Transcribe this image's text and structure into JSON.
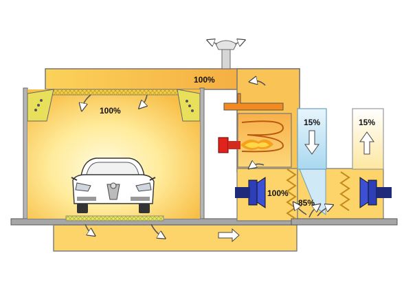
{
  "labels": {
    "ceiling_duct": "100%",
    "booth_interior": "100%",
    "fresh_air_in": "15%",
    "exhaust_out": "15%",
    "recirc_fan": "100%",
    "recirc_return": "85%"
  },
  "colors": {
    "wall_gray": "#9e9e9e",
    "duct_yellow": "#fcd66a",
    "booth_glow": "#fff2b0",
    "booth_edge": "#f7b23c",
    "heater_orange": "#f59a2a",
    "fan_blue": "#2d3fb8",
    "fresh_air_blue": "#cfe9f7",
    "filter_yellow": "#f0d447",
    "burner_red": "#e0231c"
  },
  "icons": {
    "vent": "exhaust-chimney-icon",
    "car": "car-icon",
    "fan": "fan-icon",
    "burner": "burner-flame-icon",
    "arrow": "airflow-arrow-icon"
  }
}
